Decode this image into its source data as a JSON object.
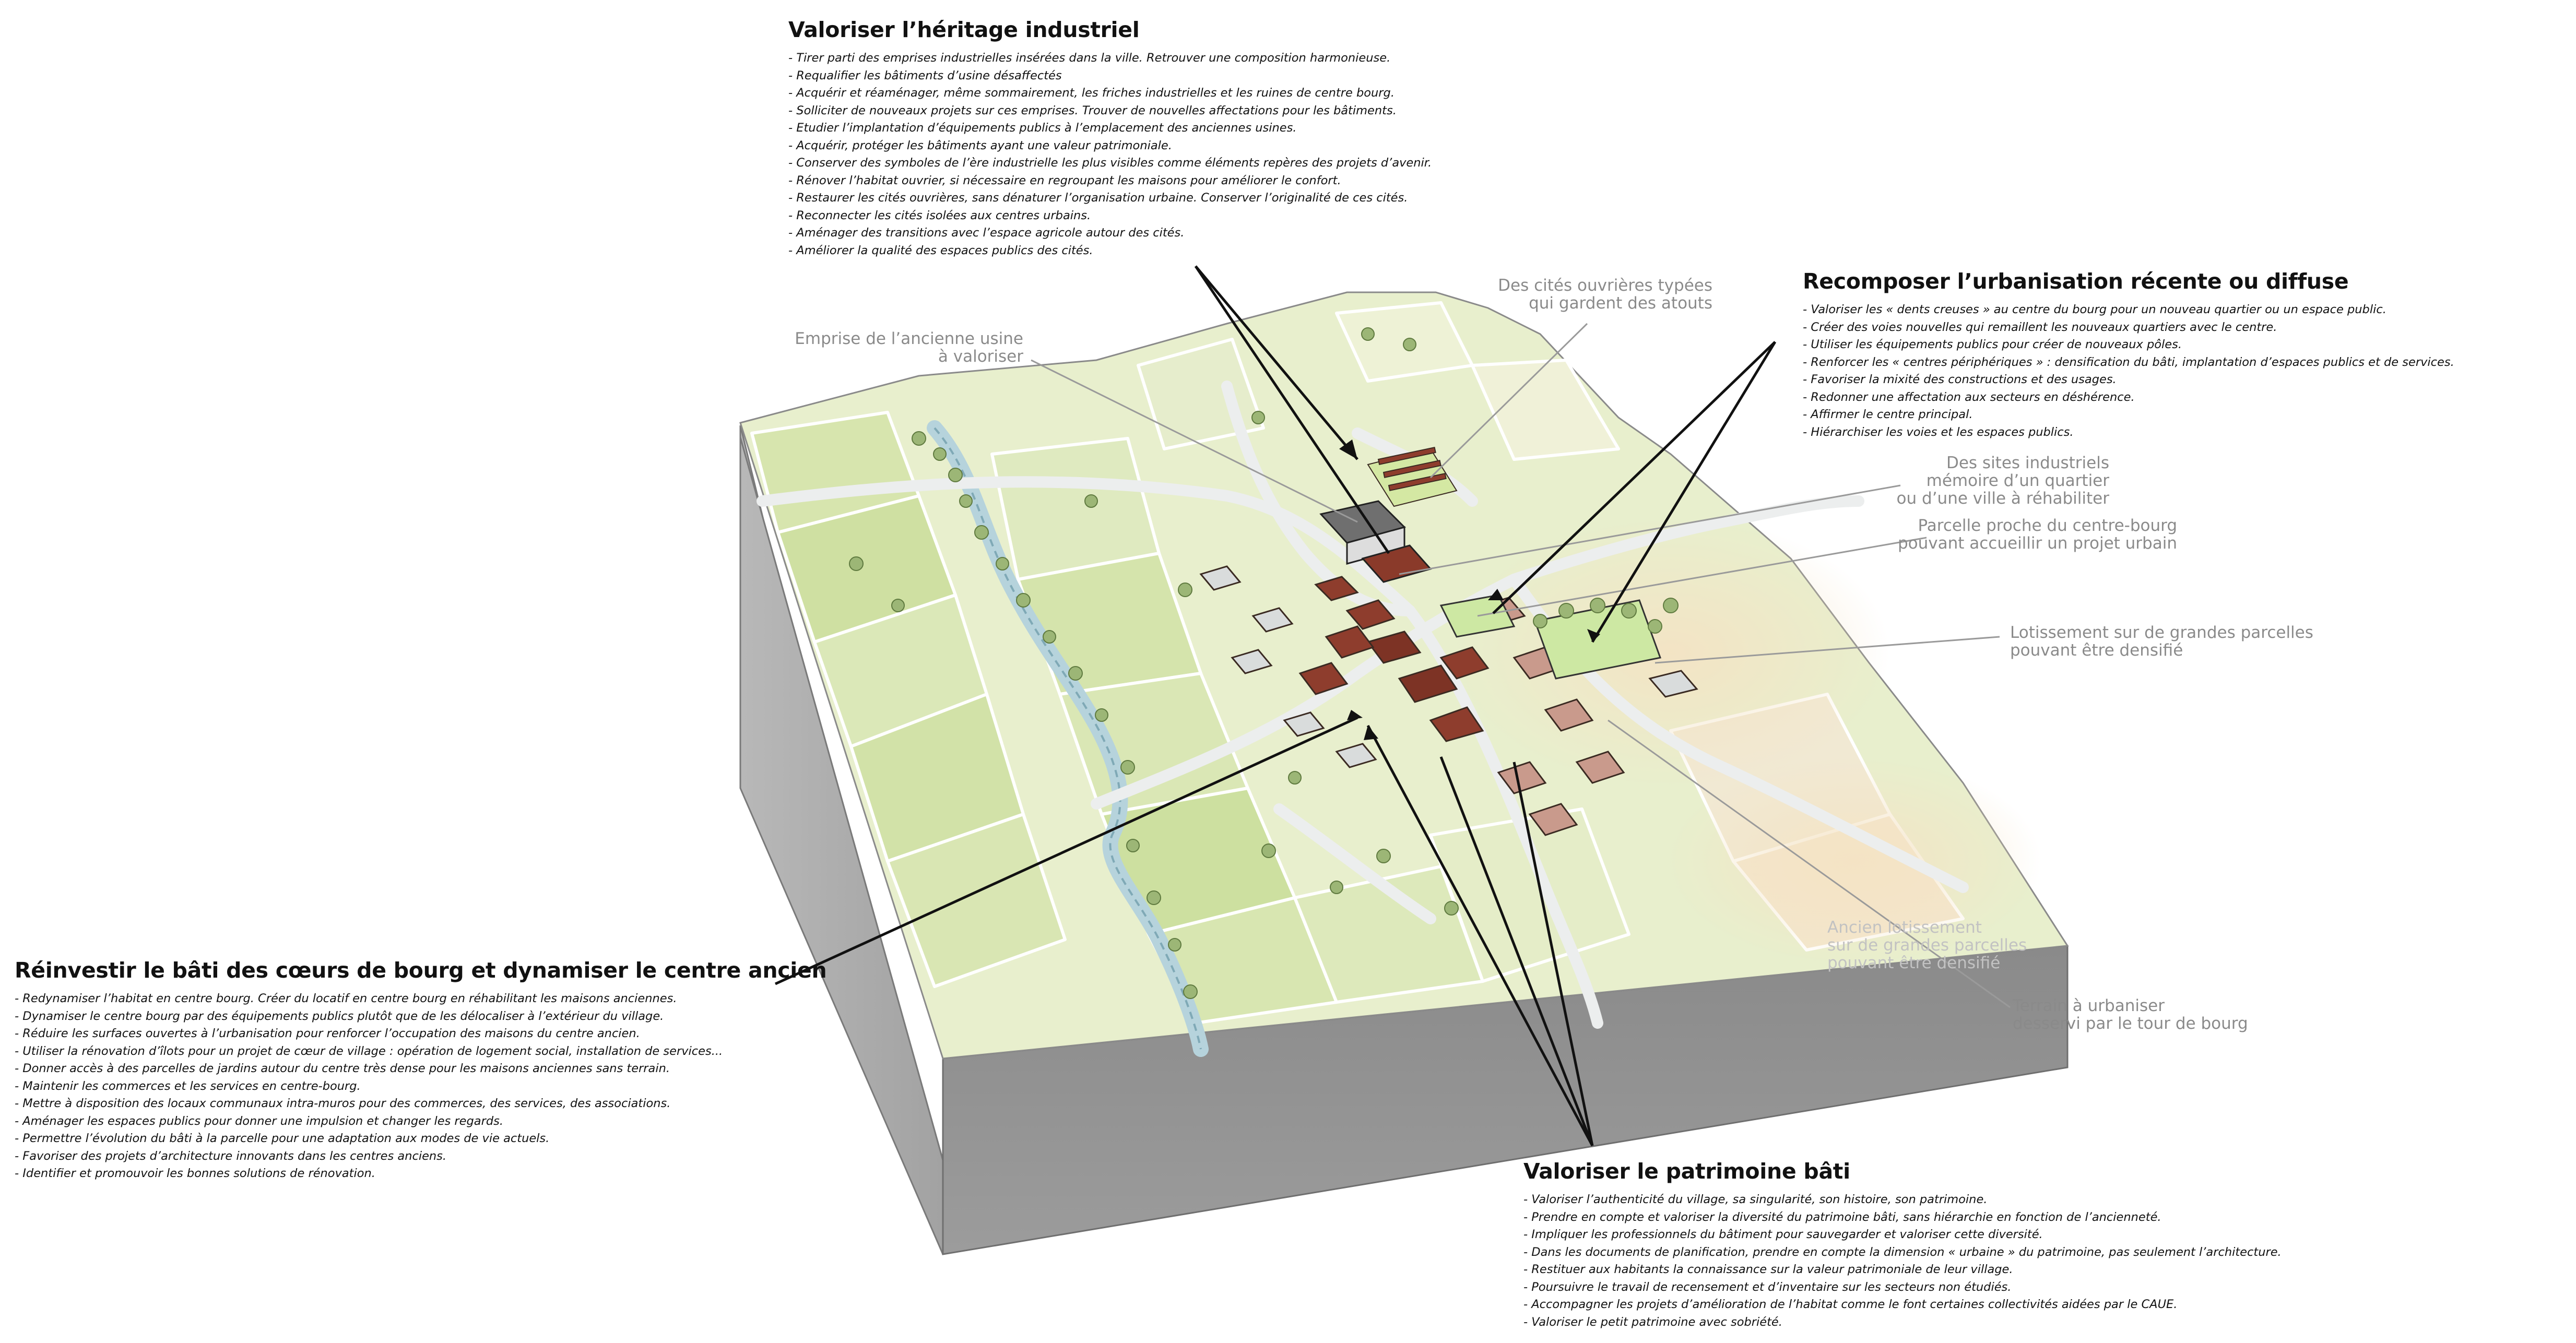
{
  "colors": {
    "block_side": "#a9a9a9",
    "block_front": "#8f8f8f",
    "field_green": "#d6e4ad",
    "field_light": "#eef2d4",
    "field_beige": "#f4e8cf",
    "road": "#e9ecec",
    "river": "#b9d6de",
    "tree": "#9cb676",
    "roof_red": "#8c3b2c",
    "roof_light": "#d2a496",
    "highlight_green": "#cde8a3",
    "leader_dark": "#111111",
    "leader_gray": "#9a9a9a",
    "annotation_text": "#8a8a8a"
  },
  "blocks": [
    {
      "id": "industriel",
      "title": "Valoriser l’héritage industriel",
      "items": [
        "Tirer parti des emprises industrielles insérées dans la ville. Retrouver une composition harmonieuse.",
        "Requalifier les bâtiments d’usine désaffectés",
        "Acquérir et réaménager, même sommairement, les friches industrielles et les ruines de centre bourg.",
        "Solliciter de nouveaux projets sur ces emprises. Trouver de nouvelles affectations pour les bâtiments.",
        "Etudier l’implantation d’équipements publics à l’emplacement des anciennes usines.",
        "Acquérir, protéger les bâtiments ayant une valeur patrimoniale.",
        "Conserver des symboles de l’ère industrielle les plus visibles comme éléments repères des projets d’avenir.",
        "Rénover l’habitat ouvrier, si nécessaire en regroupant les maisons pour améliorer le confort.",
        "Restaurer les cités ouvrières, sans dénaturer l’organisation urbaine. Conserver l’originalité de ces cités.",
        "Reconnecter les cités isolées aux centres urbains.",
        "Aménager des transitions avec l’espace agricole autour des cités.",
        "Améliorer la qualité des espaces publics des cités."
      ]
    },
    {
      "id": "urbanisation",
      "title": "Recomposer l’urbanisation récente ou diffuse",
      "items": [
        "Valoriser les « dents creuses » au centre du bourg pour un nouveau quartier ou un espace public.",
        "Créer des voies nouvelles qui remaillent les nouveaux quartiers avec le centre.",
        "Utiliser les équipements publics pour créer de nouveaux pôles.",
        "Renforcer les « centres périphériques » : densification du bâti, implantation d’espaces publics et de services.",
        "Favoriser la mixité des constructions et des usages.",
        "Redonner une affectation aux secteurs en déshérence.",
        "Affirmer le centre principal.",
        "Hiérarchiser les voies et les espaces publics."
      ]
    },
    {
      "id": "coeurs",
      "title": "Réinvestir le bâti des cœurs de bourg et dynamiser le centre ancien",
      "items": [
        "Redynamiser l’habitat en centre bourg. Créer du locatif en centre bourg en réhabilitant les maisons anciennes.",
        "Dynamiser le centre bourg par des équipements publics plutôt que de les délocaliser à l’extérieur du village.",
        "Réduire les surfaces ouvertes à l’urbanisation pour renforcer l’occupation des maisons du centre ancien.",
        "Utiliser la rénovation d’îlots pour un projet de cœur de village : opération de logement social, installation de services...",
        "Donner accès à des parcelles de jardins autour du centre très dense pour les maisons anciennes sans terrain.",
        "Maintenir les commerces et les services en centre-bourg.",
        "Mettre à disposition des locaux communaux intra-muros pour des commerces, des services, des associations.",
        "Aménager les espaces publics pour donner une impulsion et changer les regards.",
        "Permettre l’évolution du bâti à la parcelle pour une adaptation aux modes de vie actuels.",
        "Favoriser des projets d’architecture innovants dans les centres anciens.",
        "Identifier et promouvoir les bonnes solutions de rénovation."
      ]
    },
    {
      "id": "patrimoine",
      "title": "Valoriser le patrimoine bâti",
      "items": [
        "Valoriser l’authenticité du village, sa singularité, son histoire, son patrimoine.",
        "Prendre en compte et valoriser la diversité du patrimoine bâti, sans hiérarchie en fonction de l’ancienneté.",
        "Impliquer les professionnels du bâtiment pour sauvegarder et valoriser cette diversité.",
        "Dans les documents de planification, prendre en compte la dimension « urbaine » du patrimoine, pas seulement l’architecture.",
        "Restituer aux habitants la connaissance sur la valeur patrimoniale de leur village.",
        "Poursuivre le travail de recensement et d’inventaire sur les secteurs non étudiés.",
        "Accompagner les projets d’amélioration de l’habitat comme le font certaines collectivités aidées par le CAUE.",
        "Valoriser le petit patrimoine avec sobriété."
      ]
    }
  ],
  "annotations": [
    {
      "id": "emprise",
      "lines": [
        "Emprise de l’ancienne usine",
        "à valoriser"
      ]
    },
    {
      "id": "cites",
      "lines": [
        "Des cités ouvrières typées",
        "qui gardent des atouts"
      ]
    },
    {
      "id": "sites",
      "lines": [
        "Des sites industriels",
        "mémoire d’un quartier",
        "ou d’une ville à réhabiliter"
      ]
    },
    {
      "id": "parcelle",
      "lines": [
        "Parcelle proche du centre-bourg",
        "pouvant accueillir un projet urbain"
      ]
    },
    {
      "id": "lotissement",
      "lines": [
        "Lotissement sur de grandes parcelles",
        "pouvant être densifié"
      ]
    },
    {
      "id": "ancien_lotissement",
      "lines": [
        "Ancien lotissement",
        "sur de grandes parcelles",
        "pouvant être densifié"
      ]
    },
    {
      "id": "terrain",
      "lines": [
        "Terrain à urbaniser",
        "desservi par le tour de bourg"
      ]
    }
  ]
}
